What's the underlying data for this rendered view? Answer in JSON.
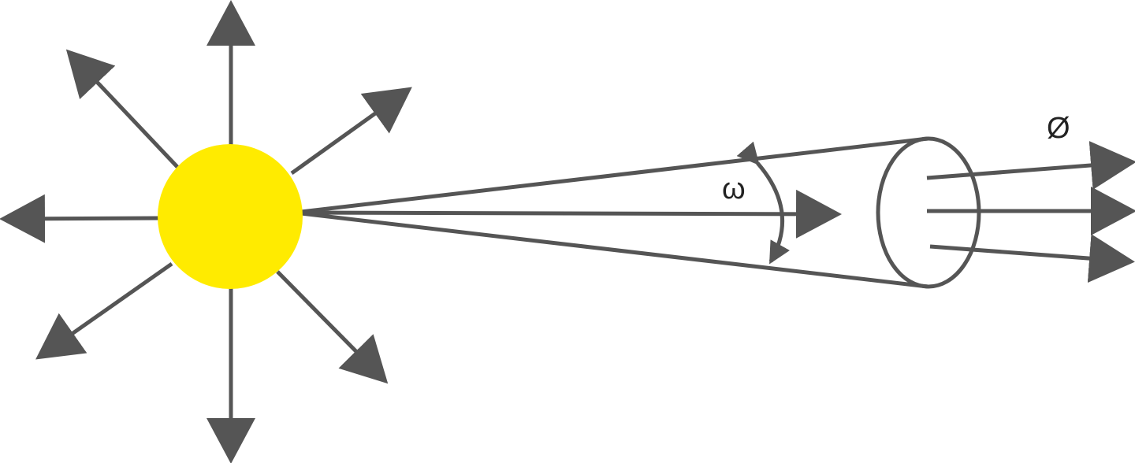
{
  "diagram": {
    "labels": {
      "solid_angle": "ω",
      "flux": "Ø"
    },
    "colors": {
      "source": "#FFEB00",
      "stroke": "#555555",
      "text": "#222222",
      "background": "#FFFFFF"
    },
    "elements": {
      "source": "point-light-source",
      "emission_arrows": 8,
      "cone": "solid-angle-cone",
      "aperture": "area-ellipse",
      "flux_arrows": 3
    }
  }
}
